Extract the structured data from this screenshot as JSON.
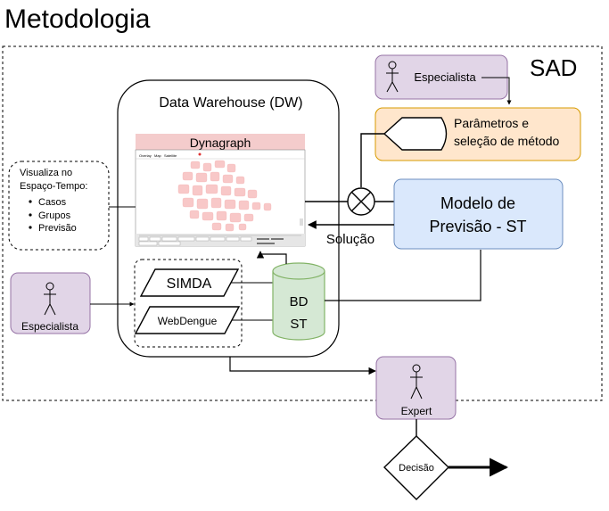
{
  "page_title": "Metodologia",
  "sad_label": "SAD",
  "dw": {
    "title": "Data Warehouse (DW)",
    "dynagraph_label": "Dynagraph",
    "screenshot_tabs": [
      "Overlay",
      "Map",
      "Satellite"
    ]
  },
  "specialist_top": {
    "label": "Especialista"
  },
  "specialist_left": {
    "label": "Especialista"
  },
  "parametros": {
    "line1": "Parâmetros e",
    "line2": "seleção de método"
  },
  "modelo": {
    "line1": "Modelo de",
    "line2": "Previsão - ST"
  },
  "solucao_label": "Solução",
  "visualiza": {
    "line1": "Visualiza no",
    "line2": "Espaço-Tempo:",
    "items": [
      "Casos",
      "Grupos",
      "Previsão"
    ]
  },
  "sources": {
    "simda": "SIMDA",
    "webdengue": "WebDengue"
  },
  "db": {
    "line1": "BD",
    "line2": "ST"
  },
  "expert": {
    "label": "Expert"
  },
  "decisao": {
    "label": "Decisão"
  },
  "colors": {
    "actor_fill": "#e1d5e7",
    "actor_stroke": "#9673a6",
    "param_fill": "#ffe6cc",
    "param_stroke": "#d79b00",
    "modelo_fill": "#dae8fc",
    "modelo_stroke": "#6c8ebf",
    "db_fill": "#d5e8d4",
    "db_stroke": "#82b366",
    "dynagraph_bar": "#f4cccc"
  }
}
